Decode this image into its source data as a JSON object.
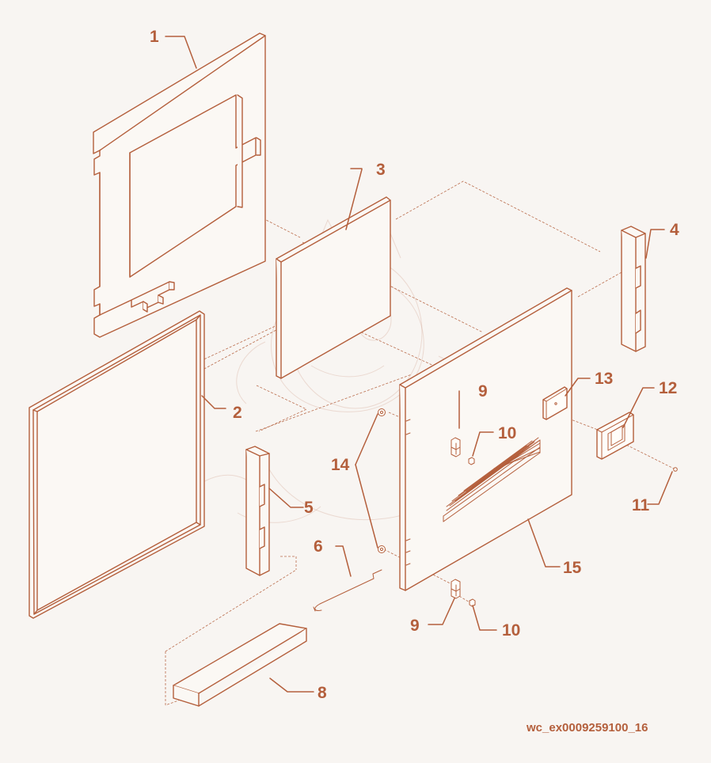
{
  "callouts": {
    "c1": "1",
    "c2": "2",
    "c3": "3",
    "c4": "4",
    "c5": "5",
    "c6": "6",
    "c8": "8",
    "c9_top": "9",
    "c10_top": "10",
    "c11": "11",
    "c12": "12",
    "c13": "13",
    "c14": "14",
    "c9_bottom": "9",
    "c10_bottom": "10",
    "c15": "15"
  },
  "figure_id": "wc_ex0009259100_16",
  "colors": {
    "background": "#f8f5f2",
    "line": "#b45f3c",
    "panel": "#fffdf9",
    "shadow": "#f2e2d7"
  },
  "icons": {
    "watermark": "dragon-watermark"
  }
}
